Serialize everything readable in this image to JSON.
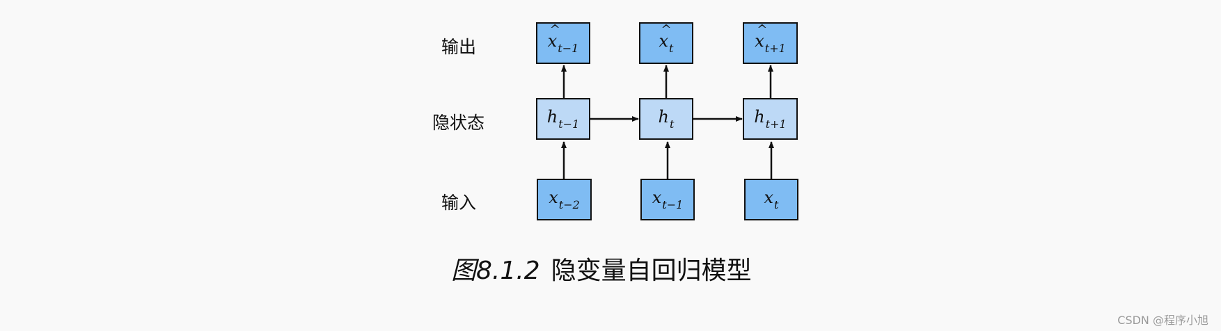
{
  "row_labels": {
    "output": "输出",
    "hidden": "隐状态",
    "input": "输入"
  },
  "outputs": [
    {
      "symbol": "x",
      "subscript": "t−1",
      "hat": "^"
    },
    {
      "symbol": "x",
      "subscript": "t",
      "hat": "^"
    },
    {
      "symbol": "x",
      "subscript": "t+1",
      "hat": "^"
    }
  ],
  "hidden_states": [
    {
      "symbol": "h",
      "subscript": "t−1"
    },
    {
      "symbol": "h",
      "subscript": "t"
    },
    {
      "symbol": "h",
      "subscript": "t+1"
    }
  ],
  "inputs": [
    {
      "symbol": "x",
      "subscript": "t−2"
    },
    {
      "symbol": "x",
      "subscript": "t−1"
    },
    {
      "symbol": "x",
      "subscript": "t"
    }
  ],
  "caption": {
    "figure_number": "图8.1.2",
    "title": "隐变量自回归模型"
  },
  "watermark": "CSDN @程序小旭",
  "colors": {
    "io_fill": "#7fbcf3",
    "hidden_fill": "#bdd9f6",
    "stroke": "#111111",
    "background": "#f9f9f9"
  }
}
